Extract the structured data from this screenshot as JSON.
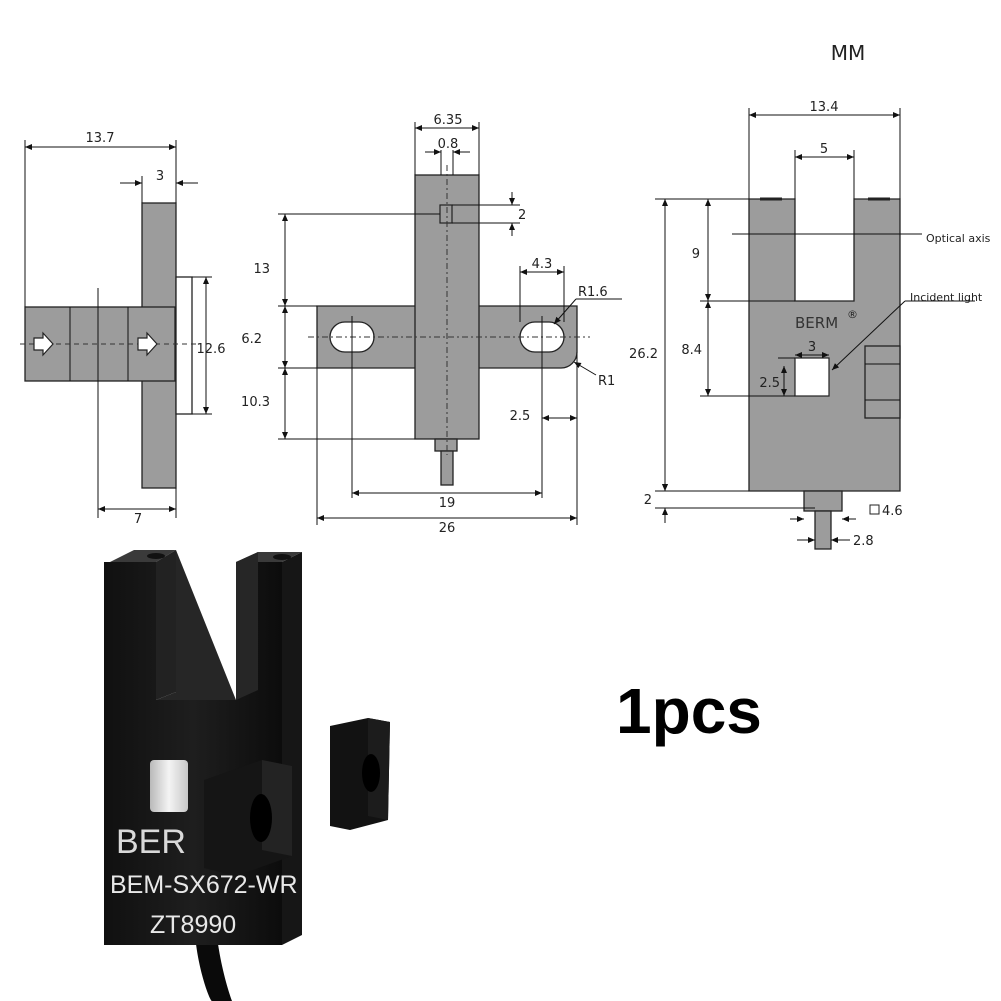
{
  "unit": "MM",
  "quantity": "1pcs",
  "side_view": {
    "width": "13.7",
    "thickness": "3",
    "height": "12.6",
    "base": "7"
  },
  "front_view": {
    "top_width": "6.35",
    "slot": "0.8",
    "hole_offset": "2",
    "height_top": "13",
    "tab_height": "6.2",
    "height_bottom": "10.3",
    "hole_width": "4.3",
    "hole_radius": "R1.6",
    "corner_radius": "R1",
    "edge": "2.5",
    "hole_pitch": "19",
    "total_width": "26"
  },
  "back_view": {
    "width": "13.4",
    "slot_width": "5",
    "slot_depth": "9",
    "height_total": "26.2",
    "window_pos": "8.4",
    "window_w": "3",
    "window_h": "2.5",
    "lead_len": "2",
    "lead_box": "4.6",
    "pin": "2.8",
    "brand": "BERM",
    "registered": "®",
    "optical_axis": "Optical axis",
    "incident_light": "Incident light"
  },
  "product": {
    "brand": "BER",
    "model": "BEM-SX672-WR",
    "code": "ZT8990"
  }
}
